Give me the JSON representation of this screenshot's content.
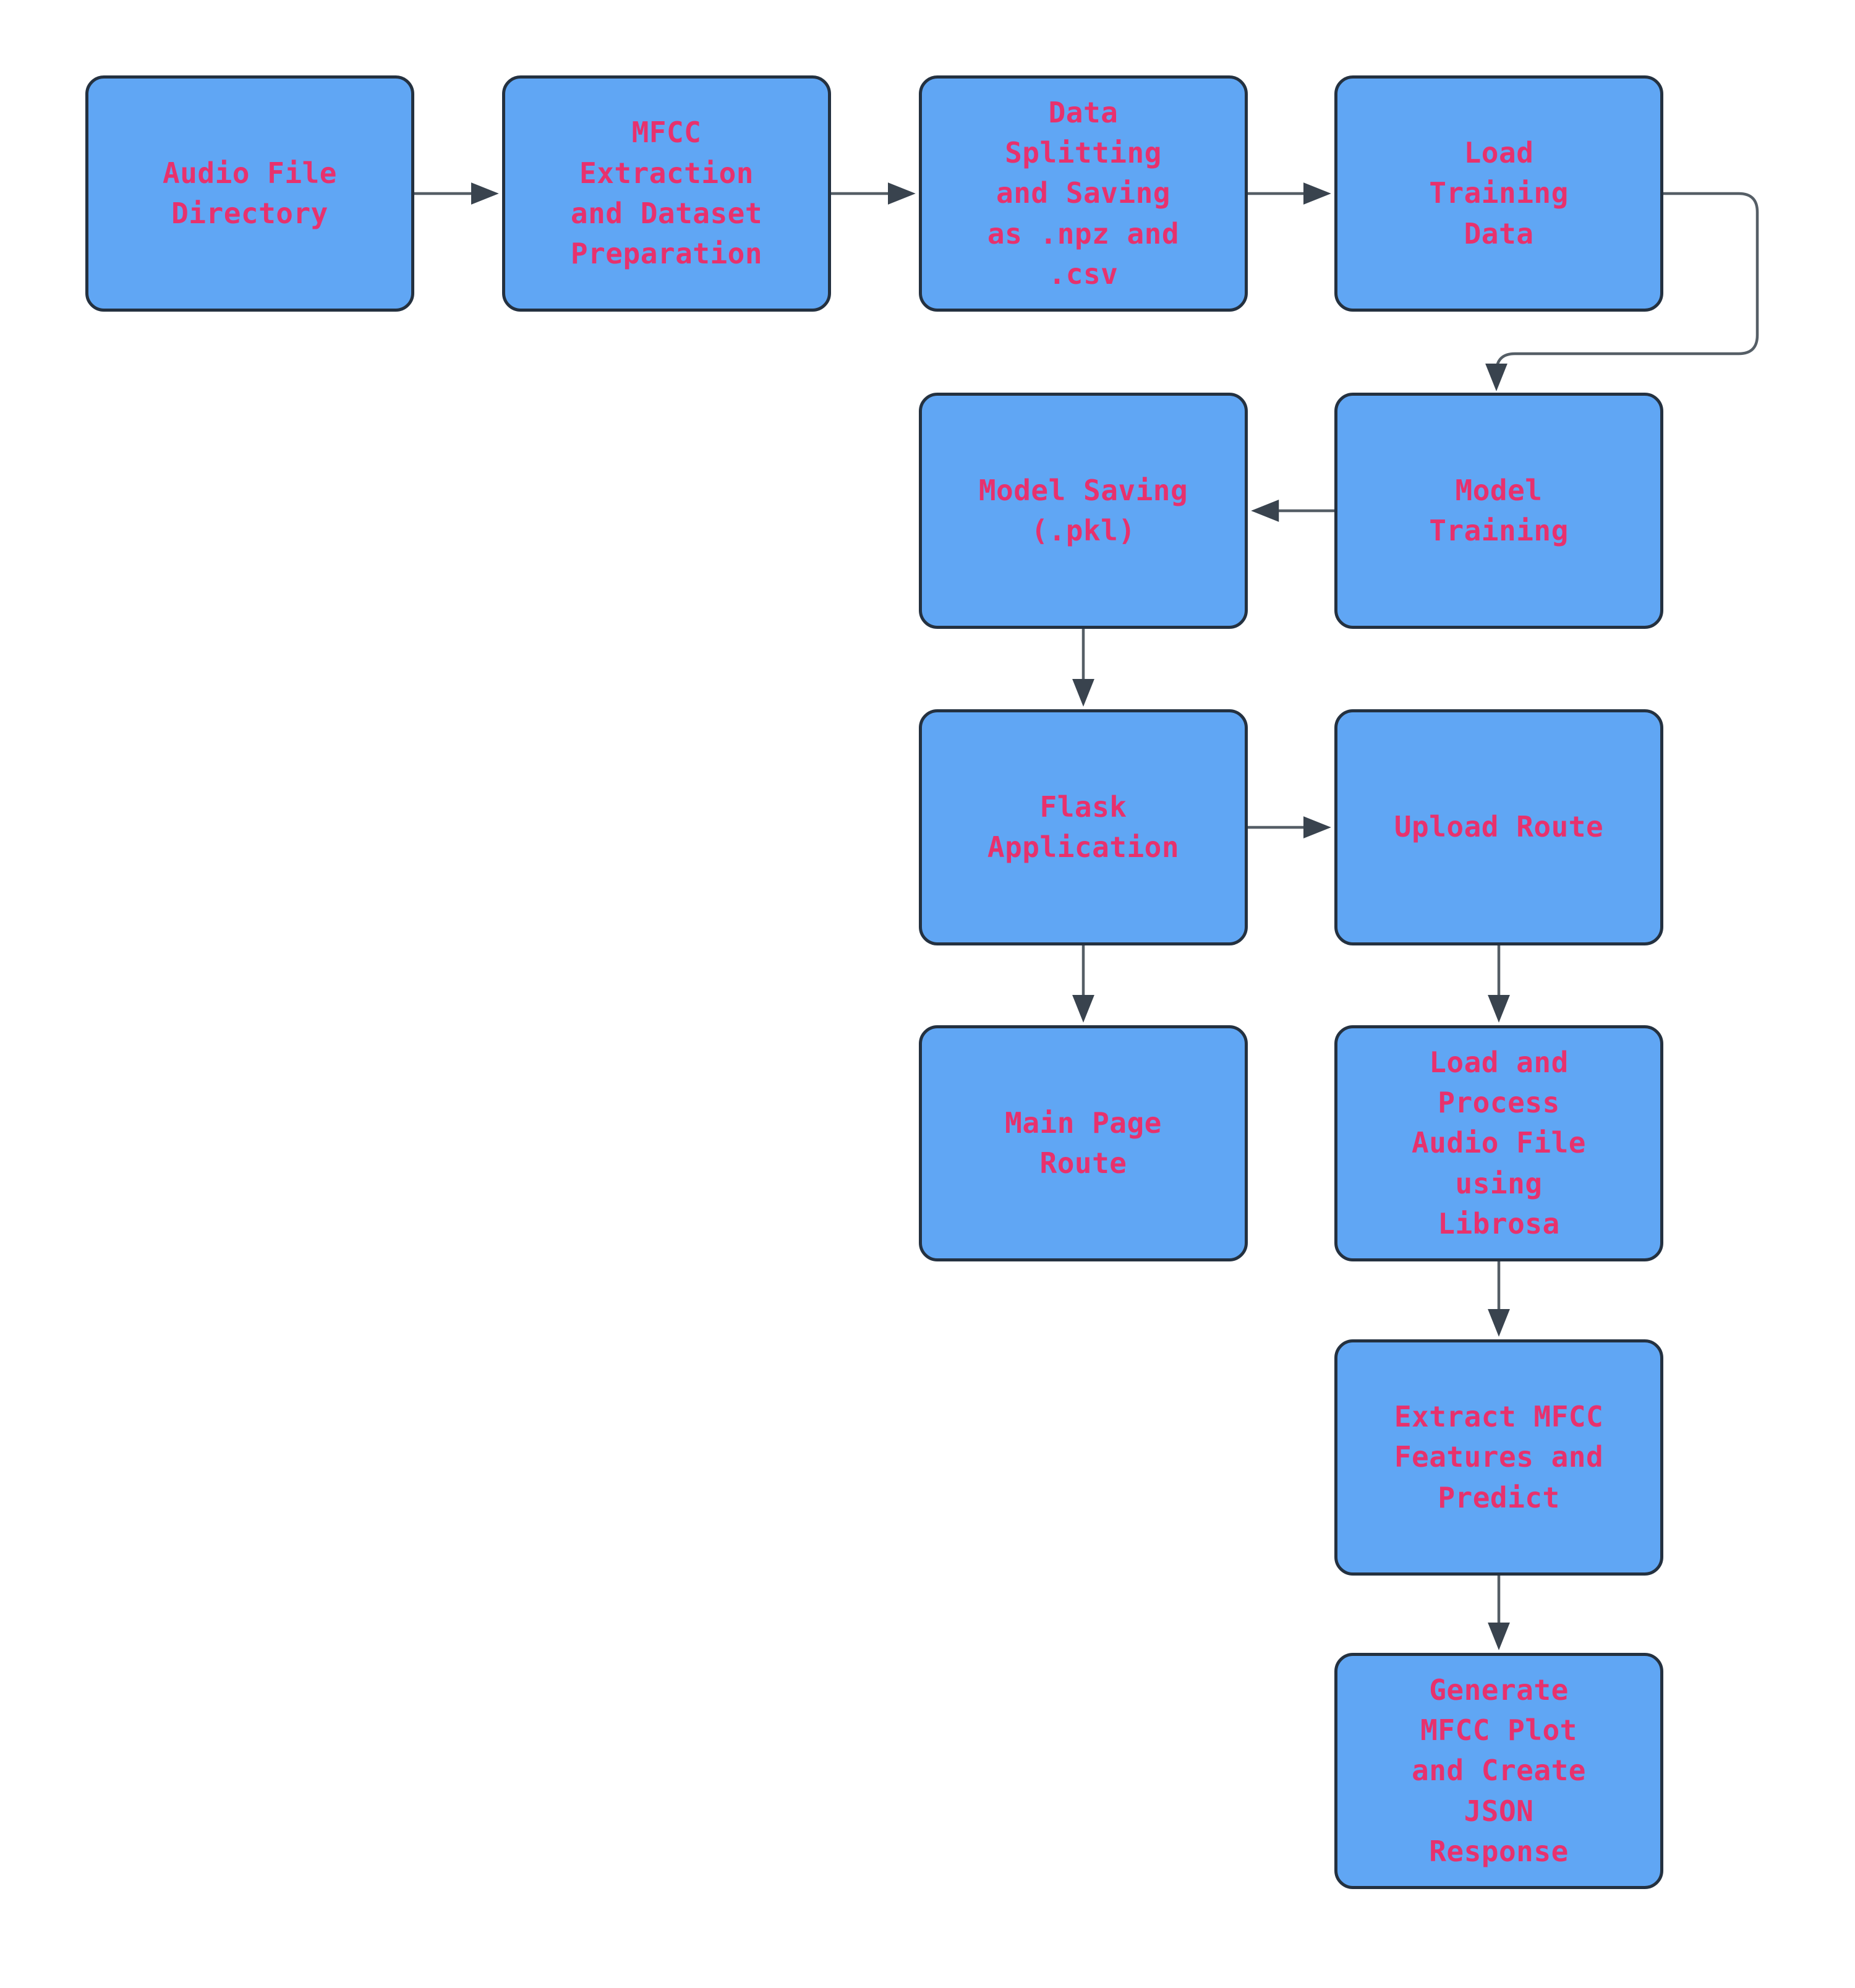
{
  "diagram": {
    "title": "Audio MFCC model training and Flask inference flowchart",
    "nodes": [
      {
        "id": "audio-file-directory",
        "label": "Audio File\nDirectory"
      },
      {
        "id": "mfcc-extraction",
        "label": "MFCC\nExtraction\nand Dataset\nPreparation"
      },
      {
        "id": "data-splitting",
        "label": "Data\nSplitting\nand Saving\nas .npz and\n.csv"
      },
      {
        "id": "load-training-data",
        "label": "Load\nTraining\nData"
      },
      {
        "id": "model-saving",
        "label": "Model Saving\n(.pkl)"
      },
      {
        "id": "model-training",
        "label": "Model\nTraining"
      },
      {
        "id": "flask-application",
        "label": "Flask\nApplication"
      },
      {
        "id": "upload-route",
        "label": "Upload Route"
      },
      {
        "id": "main-page-route",
        "label": "Main Page\nRoute"
      },
      {
        "id": "load-process-audio",
        "label": "Load and\nProcess\nAudio File\nusing\nLibrosa"
      },
      {
        "id": "extract-mfcc-predict",
        "label": "Extract MFCC\nFeatures and\nPredict"
      },
      {
        "id": "generate-mfcc-json",
        "label": "Generate\nMFCC Plot\nand Create\nJSON\nResponse"
      }
    ],
    "edges": [
      {
        "from": "audio-file-directory",
        "to": "mfcc-extraction"
      },
      {
        "from": "mfcc-extraction",
        "to": "data-splitting"
      },
      {
        "from": "data-splitting",
        "to": "load-training-data"
      },
      {
        "from": "load-training-data",
        "to": "model-training"
      },
      {
        "from": "model-training",
        "to": "model-saving"
      },
      {
        "from": "model-saving",
        "to": "flask-application"
      },
      {
        "from": "flask-application",
        "to": "upload-route"
      },
      {
        "from": "flask-application",
        "to": "main-page-route"
      },
      {
        "from": "upload-route",
        "to": "load-process-audio"
      },
      {
        "from": "load-process-audio",
        "to": "extract-mfcc-predict"
      },
      {
        "from": "extract-mfcc-predict",
        "to": "generate-mfcc-json"
      }
    ],
    "colors": {
      "node_fill": "#60a6f4",
      "node_border": "#243140",
      "label": "#e8316d",
      "connector": "#555e66",
      "arrowhead": "#39434e",
      "background": "#ffffff"
    }
  }
}
